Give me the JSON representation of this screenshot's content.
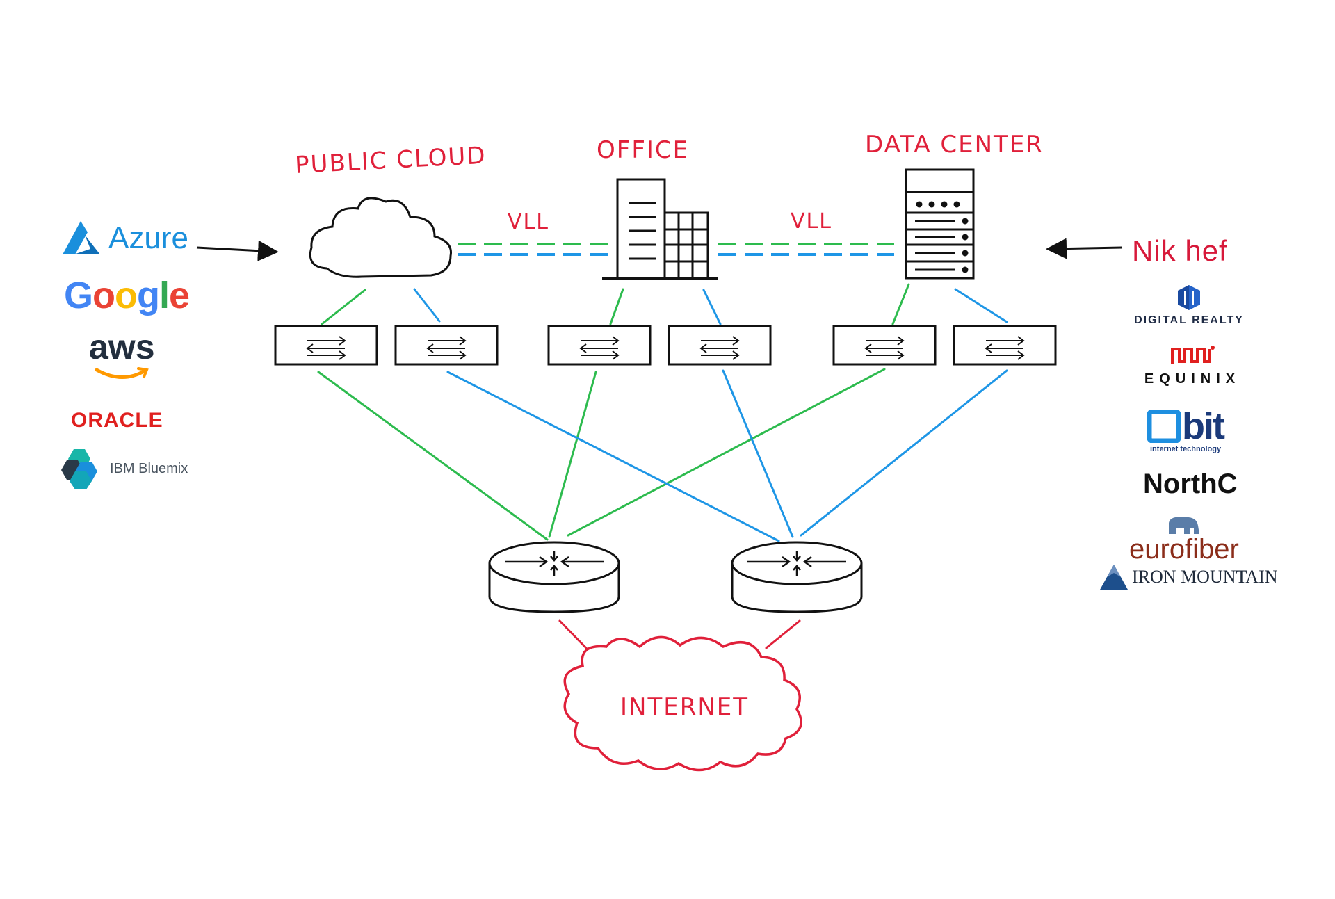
{
  "labels": {
    "public_cloud": "PUBLIC CLOUD",
    "office": "OFFICE",
    "data_center": "DATA CENTER",
    "vll_left": "VLL",
    "vll_right": "VLL",
    "internet": "INTERNET"
  },
  "cloud_providers": [
    {
      "name": "Azure"
    },
    {
      "name": "Google"
    },
    {
      "name": "aws"
    },
    {
      "name": "ORACLE"
    },
    {
      "name": "IBM Bluemix"
    }
  ],
  "datacenter_providers": [
    {
      "name": "Nik hef"
    },
    {
      "name": "DIGITAL REALTY"
    },
    {
      "name": "EQUINIX"
    },
    {
      "name": "bit",
      "subtitle": "internet technology"
    },
    {
      "name": "NorthC"
    },
    {
      "name": "eurofiber"
    },
    {
      "name": "IRON MOUNTAIN"
    }
  ],
  "colors": {
    "green_path": "#2dbb4e",
    "blue_path": "#1e96e6",
    "red_label": "#e0203a",
    "ink": "#111111"
  },
  "icons": [
    "cloud-icon",
    "office-building-icon",
    "server-rack-icon",
    "switch-icon",
    "router-icon",
    "internet-cloud-icon",
    "arrow-icon"
  ]
}
